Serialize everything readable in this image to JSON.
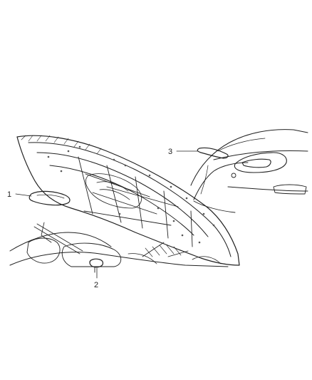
{
  "diagram": {
    "callouts": [
      {
        "id": "1",
        "label": "1"
      },
      {
        "id": "2",
        "label": "2"
      },
      {
        "id": "3",
        "label": "3"
      }
    ],
    "colors": {
      "line": "#222222",
      "background": "#ffffff",
      "part_fill": "#c9c9c9"
    }
  }
}
